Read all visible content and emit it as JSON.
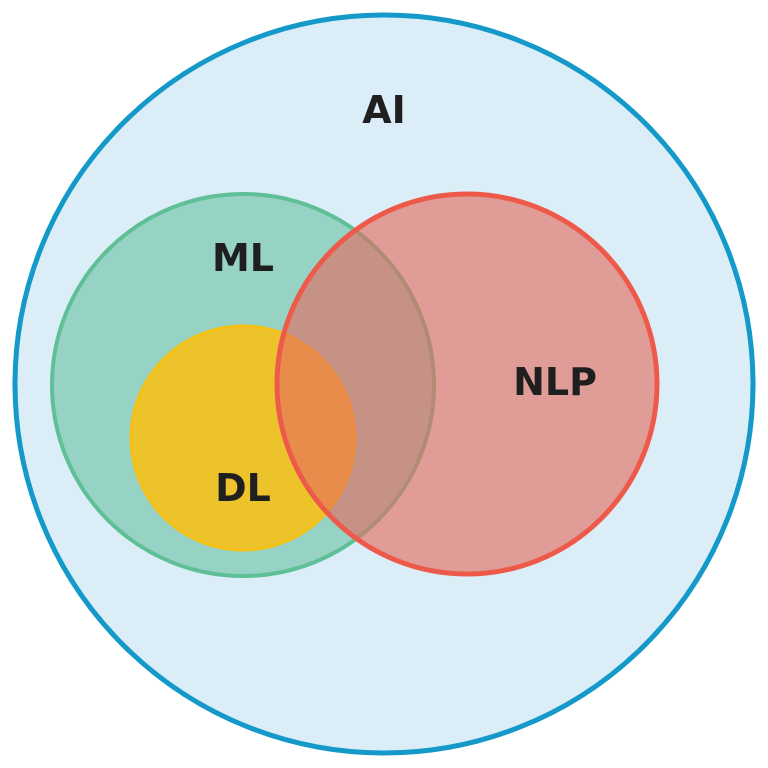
{
  "diagram": {
    "type": "venn",
    "sets": [
      {
        "id": "ai",
        "label": "AI",
        "fill": "#dbeef8",
        "stroke": "#1499c8"
      },
      {
        "id": "ml",
        "label": "ML",
        "fill": "#6cc1a4",
        "stroke": "#5fbf96"
      },
      {
        "id": "dl",
        "label": "DL",
        "fill": "#f3c11d",
        "stroke": "#f5c016"
      },
      {
        "id": "nlp",
        "label": "NLP",
        "fill": "#e46a5e",
        "stroke": "#ee5a4a"
      }
    ],
    "relations": [
      {
        "child": "ml",
        "parent": "ai"
      },
      {
        "child": "dl",
        "parent": "ml"
      },
      {
        "child": "nlp",
        "parent": "ai"
      },
      {
        "overlap": [
          "ml",
          "nlp"
        ]
      },
      {
        "overlap": [
          "dl",
          "nlp"
        ]
      }
    ]
  }
}
